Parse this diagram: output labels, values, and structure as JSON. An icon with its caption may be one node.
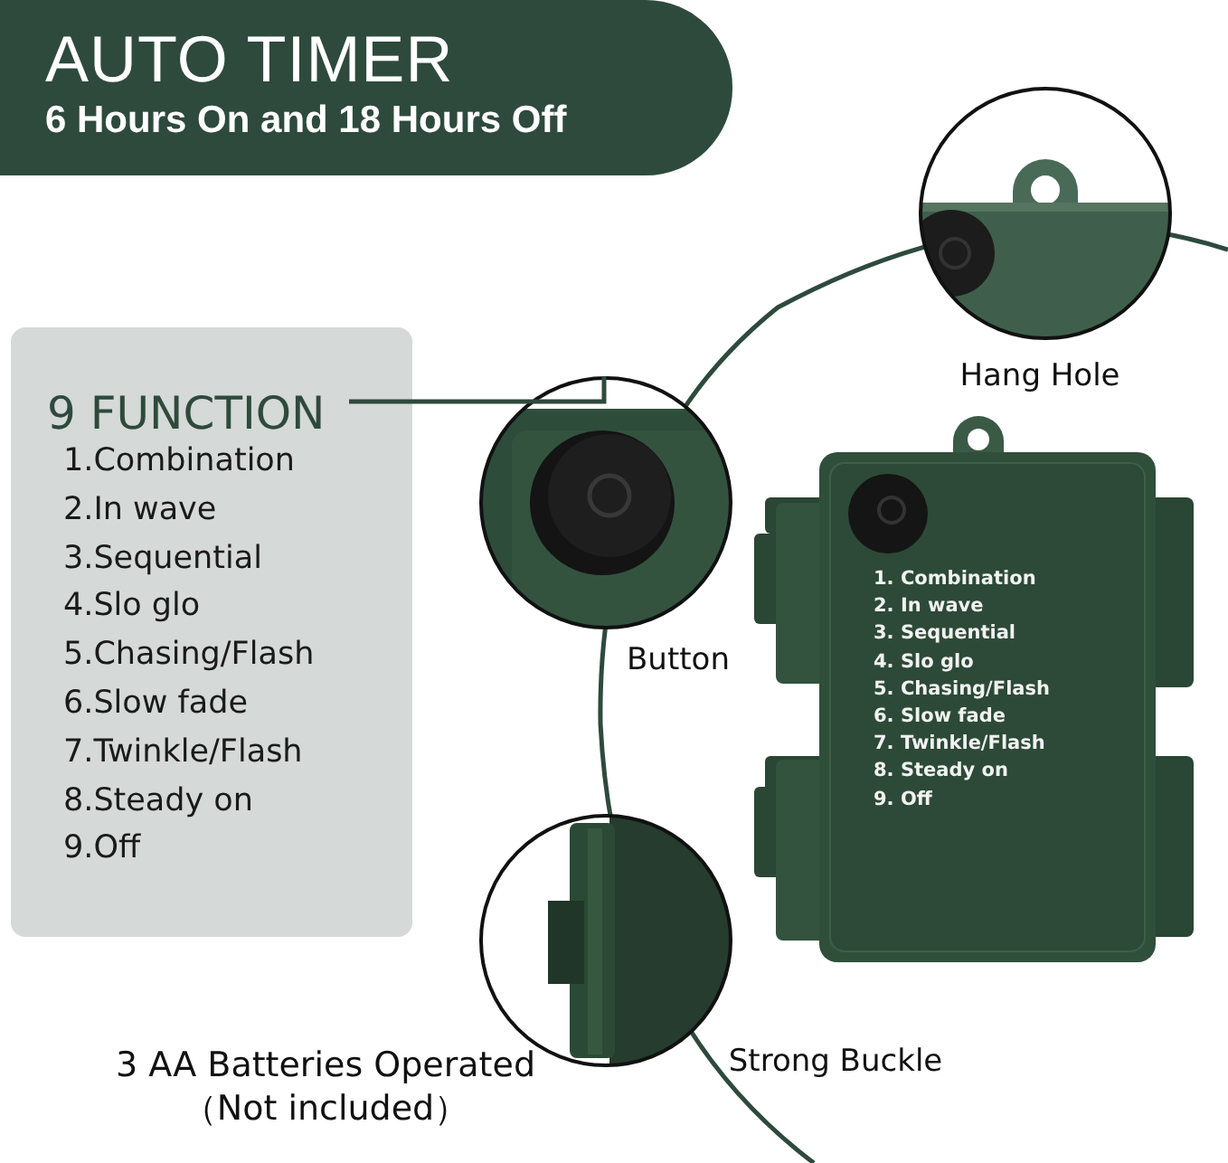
{
  "diagram": {
    "nodes": [
      {
        "text": [
          "AUTO TIMER",
          "6 Hours On and 18 Hours Off"
        ]
      },
      {
        "text": [
          "9 FUNCTION",
          "1.Combination",
          "2.In wave",
          "3.Sequential",
          "4.Slo glo",
          "5.Chasing/Flash",
          "6.Slow fade",
          "7.Twinkle/Flash",
          "8.Steady on",
          "9.Off"
        ]
      },
      {
        "text": [
          "Hang Hole"
        ]
      },
      {
        "text": [
          "Button"
        ]
      },
      {
        "text": [
          "Strong Buckle"
        ]
      },
      {
        "text": [
          "1. Combination",
          "2. In wave",
          "3. Sequential",
          "4. Slo glo",
          "5. Chasing/Flash",
          "6. Slow fade",
          "7. Twinkle/Flash",
          "8. Steady on",
          "9. Off"
        ]
      }
    ],
    "edges": [
      {
        "from": 1,
        "to": 3,
        "arrow": "none"
      }
    ],
    "labels": [
      "3 AA Batteries Operated （Not included）"
    ]
  }
}
